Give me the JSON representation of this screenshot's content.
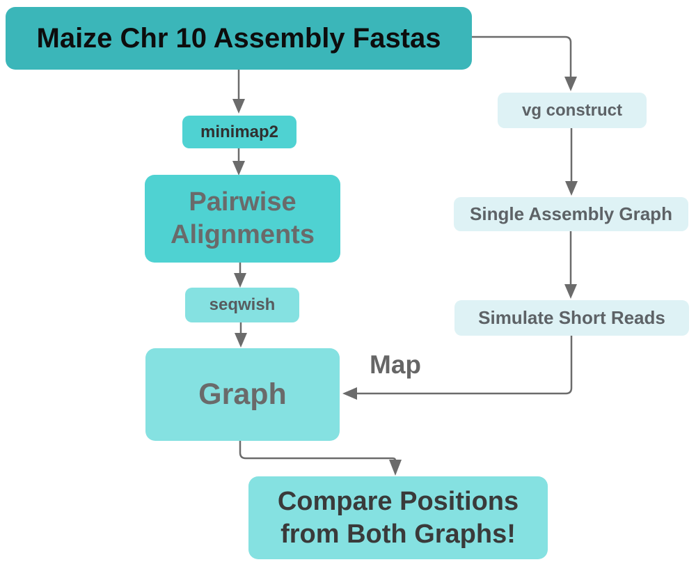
{
  "diagram": {
    "description": "Flowchart comparing two pangenome graph construction pipelines for maize chromosome 10 assemblies"
  },
  "nodes": {
    "fastas": {
      "label": "Maize Chr 10 Assembly Fastas"
    },
    "minimap2": {
      "label": "minimap2"
    },
    "pairwise": {
      "label": "Pairwise Alignments"
    },
    "seqwish": {
      "label": "seqwish"
    },
    "graph": {
      "label": "Graph"
    },
    "vg_construct": {
      "label": "vg construct"
    },
    "single_assembly_graph": {
      "label": "Single Assembly Graph"
    },
    "simulate_short_reads": {
      "label": "Simulate Short Reads"
    },
    "compare": {
      "label": "Compare Positions from Both Graphs!"
    }
  },
  "edge_labels": {
    "map": "Map"
  },
  "colors": {
    "node_dark_teal": "#3bb6b9",
    "node_bright_turquoise": "#4fd2d2",
    "node_light_turquoise": "#85e1e1",
    "node_pale_blue": "#def2f5",
    "arrow_gray": "#6b6b6b",
    "background": "#ffffff"
  }
}
